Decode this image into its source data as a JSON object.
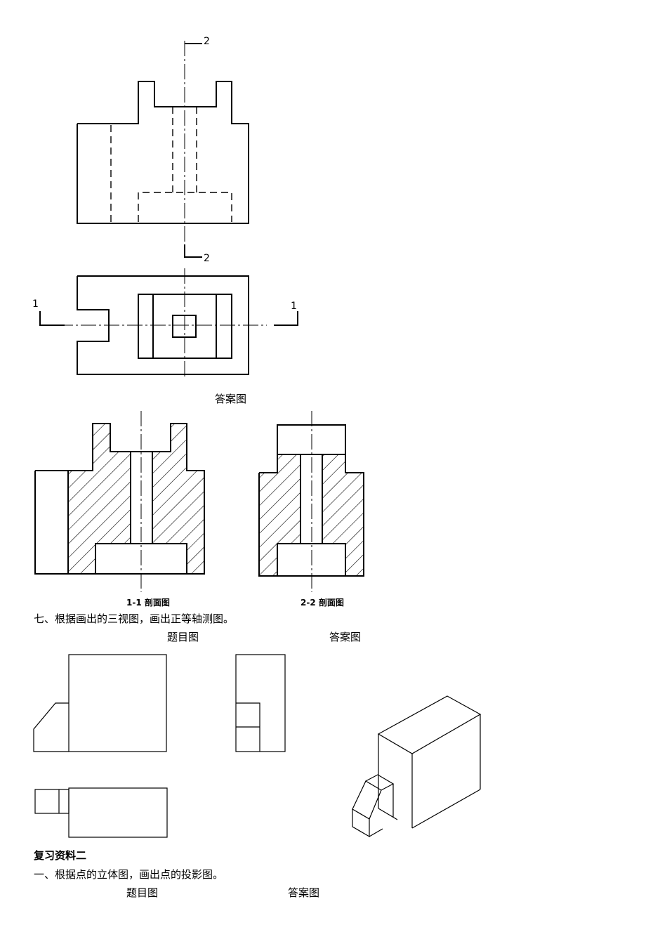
{
  "figure1": {
    "section_mark_2_top": "2",
    "section_mark_2_bottom": "2",
    "section_mark_1_left": "1",
    "section_mark_1_right": "1"
  },
  "answer_caption_1": "答案图",
  "sections": {
    "label_1_1": "1-1 剖面图",
    "label_2_2": "2-2 剖面图"
  },
  "question_7": "七、根据画出的三视图，画出正等轴测图。",
  "q7_problem_caption": "题目图",
  "q7_answer_caption": "答案图",
  "review_heading": "复习资料二",
  "question_1": "一、根据点的立体图，画出点的投影图。",
  "q1_problem_caption": "题目图",
  "q1_answer_caption": "答案图"
}
